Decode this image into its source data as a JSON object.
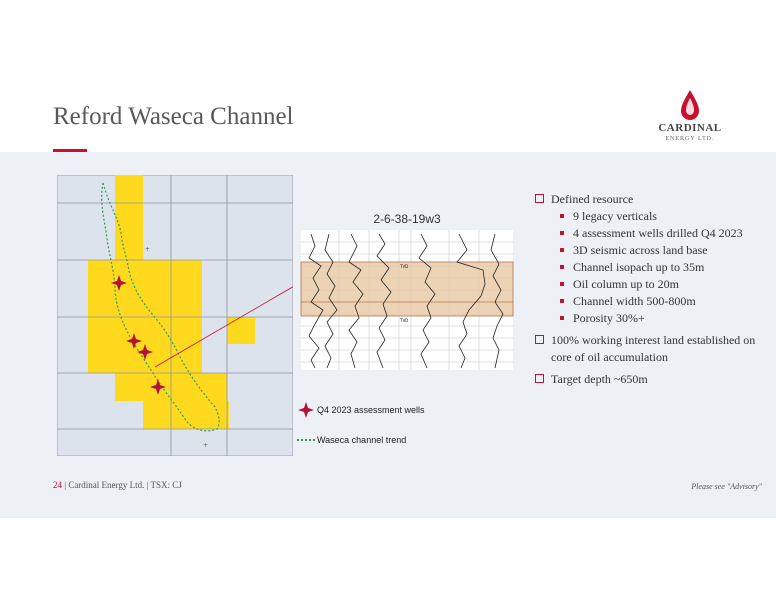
{
  "header": {
    "title": "Reford Waseca Channel",
    "logo": {
      "name": "CARDINAL",
      "sub": "ENERGY LTD.",
      "accent": "#c8102e"
    }
  },
  "log": {
    "well_label": "2-6-38-19w3"
  },
  "legend": {
    "wells_label": "Q4 2023 assessment wells",
    "trend_label": "Waseca channel trend"
  },
  "bullets": [
    {
      "text": "Defined resource",
      "sub": [
        "9 legacy verticals",
        "4 assessment wells drilled Q4 2023",
        "3D seismic across land base",
        "Channel isopach up to 35m",
        "Oil column up to 20m",
        "Channel width 500-800m",
        "Porosity 30%+"
      ]
    },
    {
      "text": "100% working interest land established on core of oil accumulation"
    },
    {
      "text": "Target depth ~650m"
    }
  ],
  "footer": {
    "page": "24",
    "company": "Cardinal Energy Ltd. | TSX: CJ",
    "note": "Please see \"Advisory\""
  },
  "colors": {
    "land": "#ffd91e",
    "channel": "#2e9e4a",
    "accent": "#c8102e",
    "band": "#e8c9a4"
  }
}
